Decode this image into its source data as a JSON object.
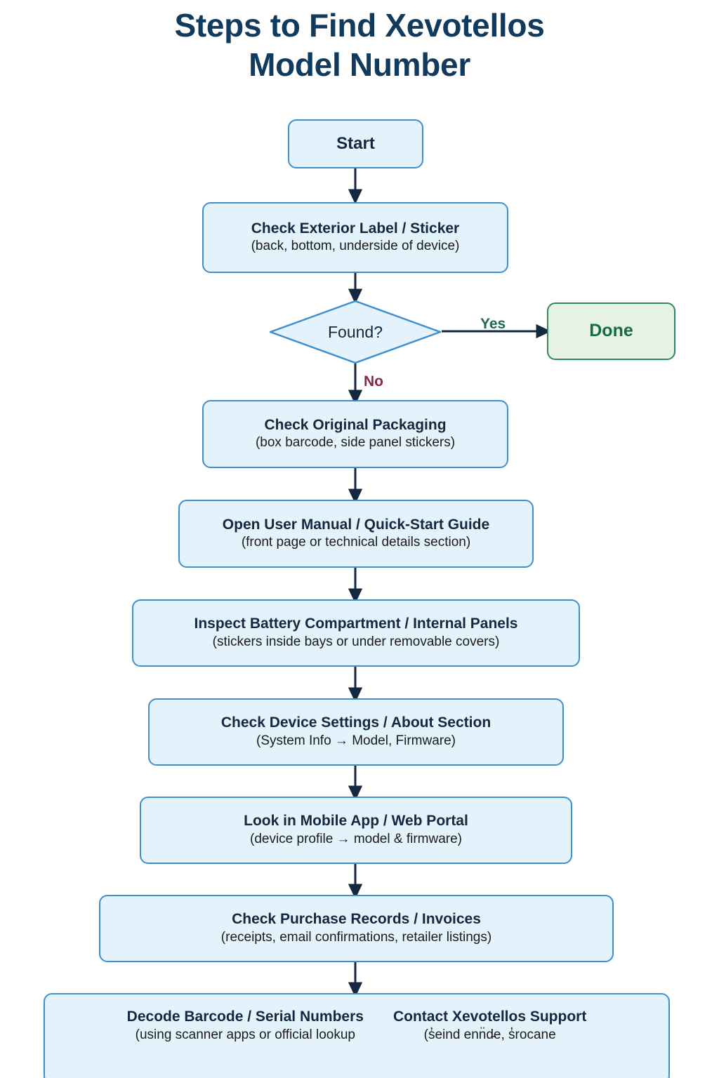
{
  "title": {
    "line1": "Steps to Find Xevotellos",
    "line2": "Model Number"
  },
  "colors": {
    "title": "#123a5c",
    "box_fill": "#e4f2fb",
    "box_border": "#3d8fce",
    "box_text": "#14293f",
    "done_fill": "#e6f2e6",
    "done_border": "#2f8a5b",
    "done_text": "#156b43",
    "yes_label": "#1a6b52",
    "no_label": "#8b2445",
    "connector": "#14293f"
  },
  "nodes": {
    "start": {
      "label": "Start",
      "shape": "terminal"
    },
    "exterior_label": {
      "main": "Check Exterior Label / Sticker",
      "sub": "(back, bottom, underside of device)",
      "shape": "process"
    },
    "decision": {
      "label": "Found?",
      "shape": "decision"
    },
    "done": {
      "label": "Done",
      "shape": "terminal"
    },
    "packaging": {
      "main": "Check Original Packaging",
      "sub": "(box barcode, side panel stickers)",
      "shape": "process"
    },
    "manual": {
      "main": "Open User Manual / Quick-Start Guide",
      "sub": "(front page or technical details section)",
      "shape": "process"
    },
    "battery": {
      "main": "Inspect Battery Compartment / Internal Panels",
      "sub": "(stickers inside bays or under removable covers)",
      "shape": "process"
    },
    "settings": {
      "main": "Check Device Settings / About Section",
      "sub": "(System Info → Model, Firmware)",
      "shape": "process"
    },
    "app_portal": {
      "main": "Look in Mobile App / Web Portal",
      "sub": "(device profile → model & firmware)",
      "shape": "process"
    },
    "purchase": {
      "main": "Check Purchase Records / Invoices",
      "sub": "(receipts, email confirmations, retailer listings)",
      "shape": "process"
    },
    "decode": {
      "main": "Decode Barcode / Serial Numbers",
      "sub": "(using scanner apps or official lookup",
      "shape": "process"
    },
    "support": {
      "main": "Contact Xevotellos Support",
      "sub": "(s̓eind enn̈d̵e, s̓rocane",
      "shape": "process"
    }
  },
  "edges": {
    "yes_label": "Yes",
    "no_label": "No"
  }
}
